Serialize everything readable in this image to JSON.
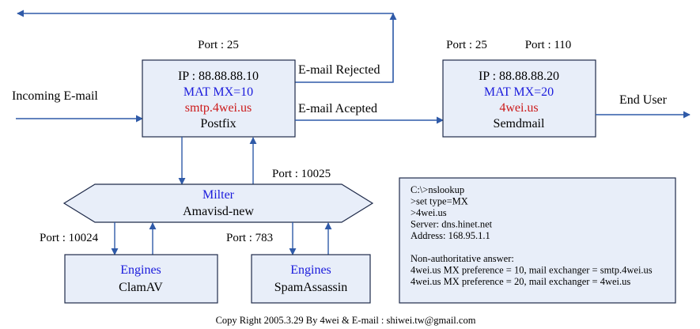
{
  "incoming_label": "Incoming  E-mail",
  "postfix": {
    "port": "Port : 25",
    "ip": "IP : 88.88.88.10",
    "mx": "MAT  MX=10",
    "host": "smtp.4wei.us",
    "name": "Postfix"
  },
  "rejected_label": "E-mail Rejected",
  "accepted_label": "E-mail Acepted",
  "sendmail": {
    "port_smtp": "Port : 25",
    "port_pop": "Port : 110",
    "ip": "IP : 88.88.88.20",
    "mx": "MAT  MX=20",
    "host": "4wei.us",
    "name": "Semdmail"
  },
  "end_user_label": "End User",
  "milter": {
    "port": "Port : 10025",
    "title": "Milter",
    "name": "Amavisd-new"
  },
  "clamav": {
    "port": "Port : 10024",
    "title": "Engines",
    "name": "ClamAV"
  },
  "spamassassin": {
    "port": "Port : 783",
    "title": "Engines",
    "name": "SpamAssassin"
  },
  "nslookup": {
    "lines": [
      "C:\\>nslookup",
      ">set type=MX",
      ">4wei.us",
      "Server:  dns.hinet.net",
      "Address:  168.95.1.1",
      "",
      "Non-authoritative answer:",
      "4wei.us MX preference = 10, mail exchanger = smtp.4wei.us",
      "4wei.us MX preference = 20, mail exchanger = 4wei.us"
    ]
  },
  "copyright": "Copy Right 2005.3.29 By 4wei  & E-mail : shiwei.tw@gmail.com",
  "colors": {
    "arrow": "#2f5aa8",
    "box_fill": "#e8eef9",
    "blue_text": "#1a1adc",
    "red_text": "#cc1a1a"
  }
}
